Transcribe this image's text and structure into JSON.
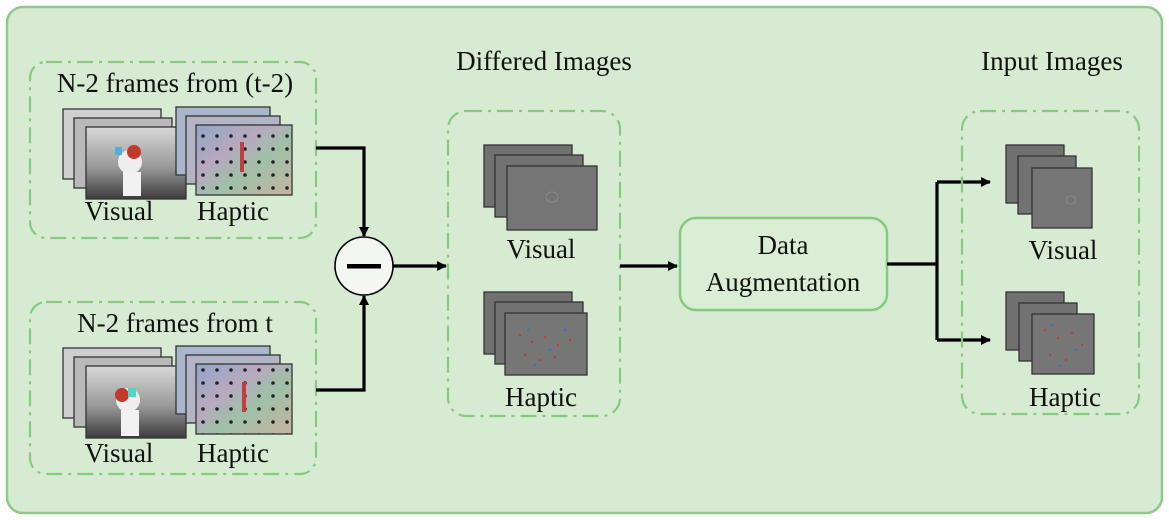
{
  "panel_top": {
    "title": "N-2 frames from (t-2)",
    "visual_label": "Visual",
    "haptic_label": "Haptic"
  },
  "panel_bottom": {
    "title": "N-2 frames from t",
    "visual_label": "Visual",
    "haptic_label": "Haptic"
  },
  "subtract_node": {
    "symbol": "minus-icon"
  },
  "differed": {
    "title": "Differed Images",
    "visual_label": "Visual",
    "haptic_label": "Haptic"
  },
  "augmentation": {
    "line1": "Data",
    "line2": "Augmentation"
  },
  "input": {
    "title": "Input Images",
    "visual_label": "Visual",
    "haptic_label": "Haptic"
  },
  "colors": {
    "background": "#d6ebd2",
    "border": "#8fc98a",
    "dashed_border": "#86c97f",
    "arrow": "#000000",
    "diff_image": "#737373"
  }
}
